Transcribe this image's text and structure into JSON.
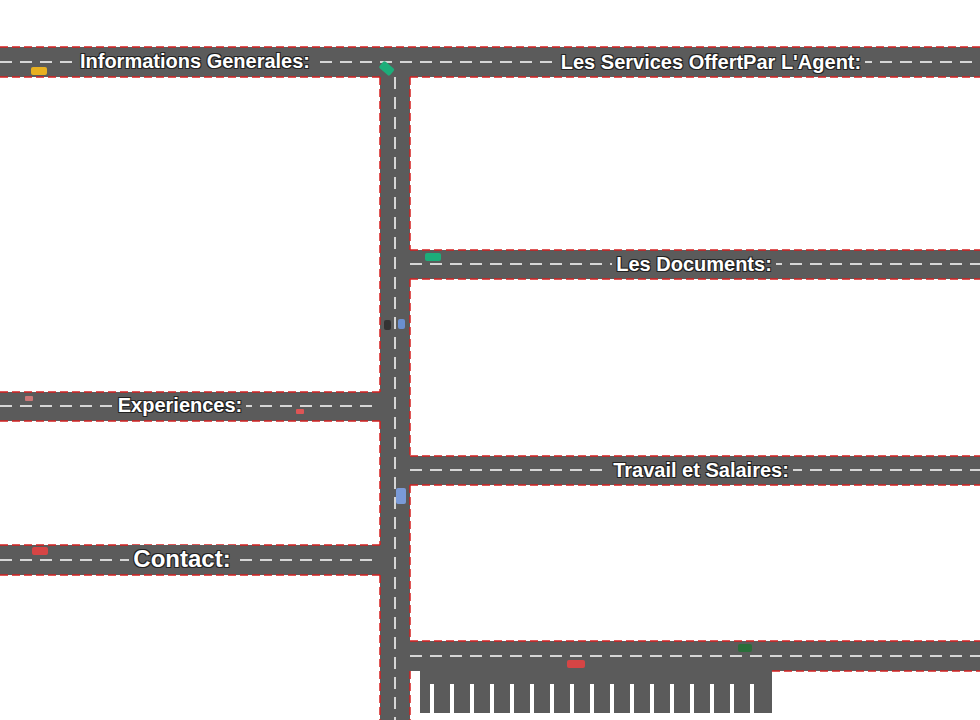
{
  "diagram": {
    "labels": [
      "Informations Generales:",
      "Les Services OffertPar L'Agent:",
      "Les Documents:",
      "Experiences:",
      "Travail et Salaires:",
      "Contact:"
    ]
  }
}
